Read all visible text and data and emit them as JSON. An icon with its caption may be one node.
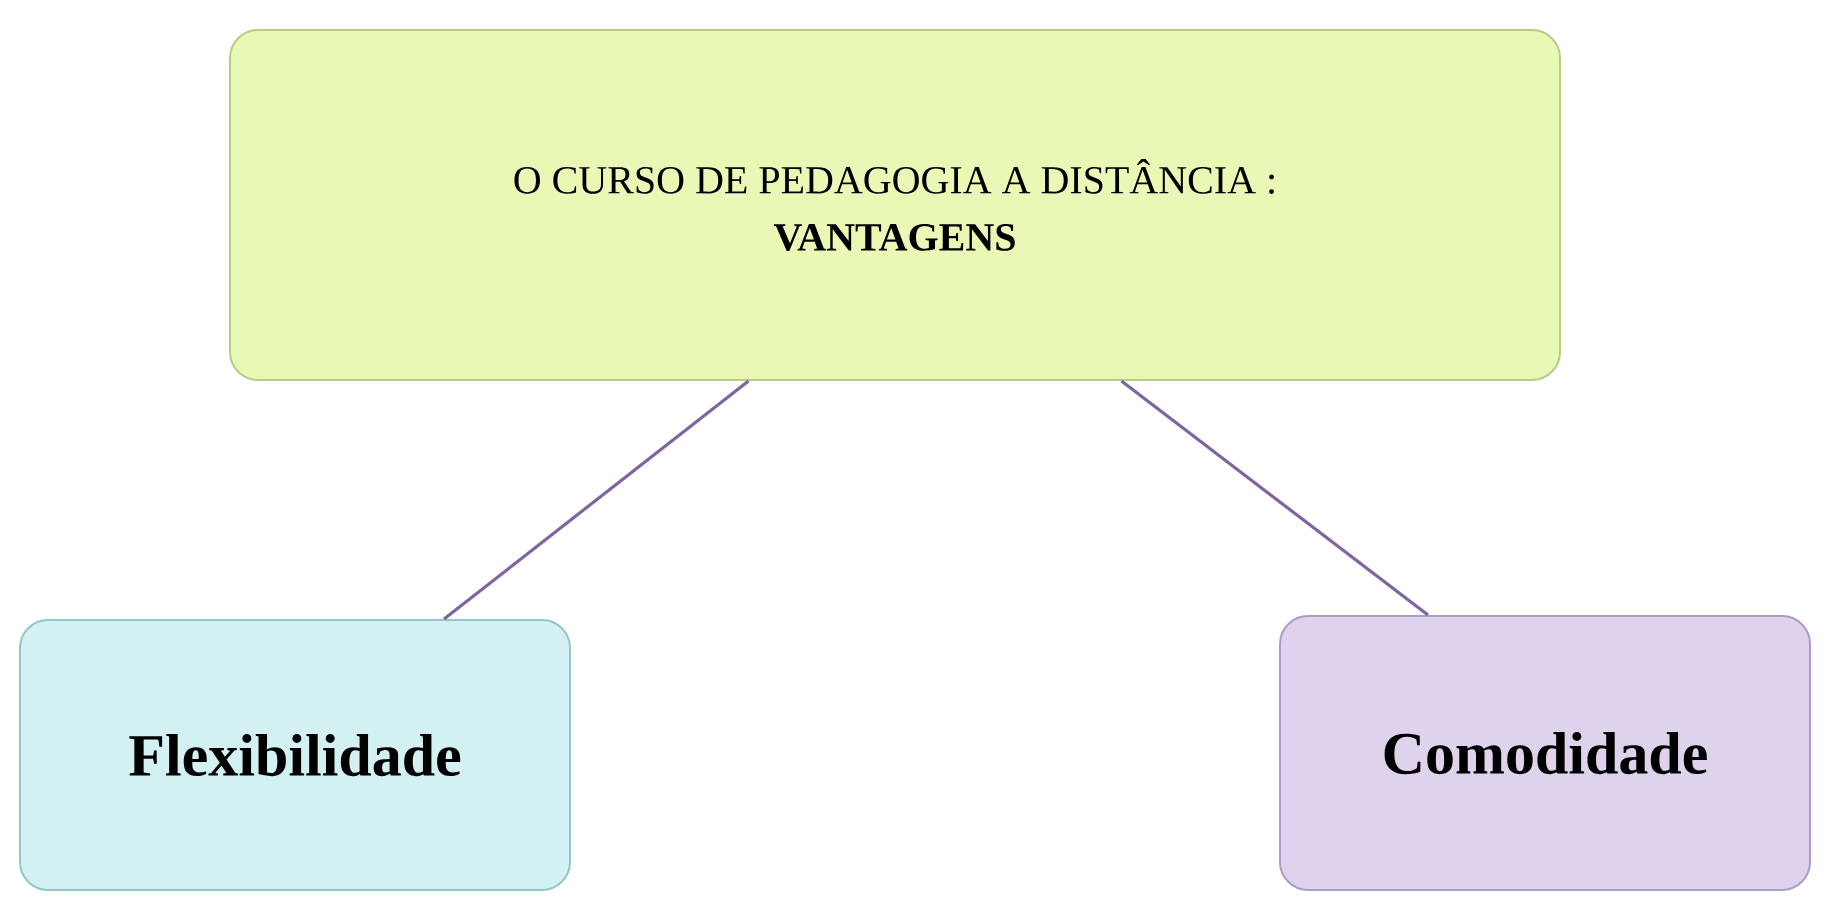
{
  "diagram": {
    "nodes": [
      {
        "text": [
          "O CURSO DE PEDAGOGIA A DISTÂNCIA :",
          "VANTAGENS"
        ]
      },
      {
        "text": [
          "Flexibilidade"
        ]
      },
      {
        "text": [
          "Comodidade"
        ]
      }
    ],
    "edges": [
      {
        "from": 0,
        "to": 1,
        "arrow": "none"
      },
      {
        "from": 0,
        "to": 2,
        "arrow": "none"
      }
    ]
  }
}
